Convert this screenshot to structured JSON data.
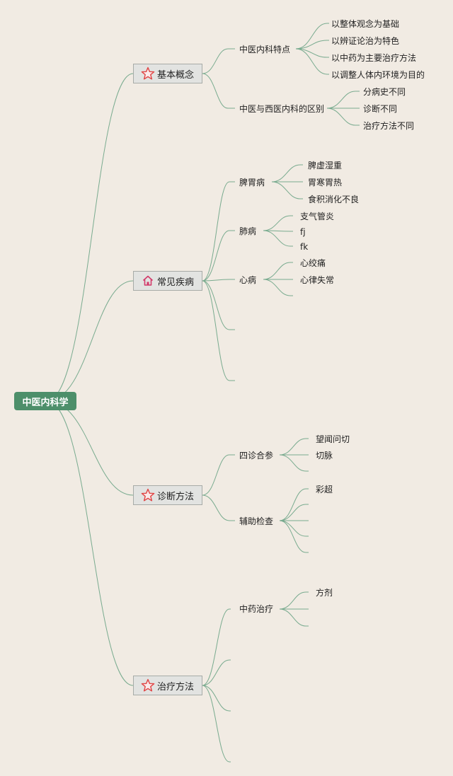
{
  "root": {
    "label": "中医内科学"
  },
  "branches": [
    {
      "label": "基本概念",
      "icon": "star-icon",
      "children": [
        {
          "label": "中医内科特点",
          "children": [
            "以整体观念为基础",
            "以辨证论治为特色",
            "以中药为主要治疗方法",
            "以调整人体内环境为目的"
          ]
        },
        {
          "label": "中医与西医内科的区别",
          "children": [
            "分病史不同",
            "诊断不同",
            "治疗方法不同"
          ]
        }
      ]
    },
    {
      "label": "常见疾病",
      "icon": "home-icon",
      "children": [
        {
          "label": "脾胃病",
          "children": [
            "脾虚湿重",
            "胃寒胃热",
            "食积消化不良"
          ]
        },
        {
          "label": "肺病",
          "children": [
            "支气管炎",
            "fj",
            "fk"
          ]
        },
        {
          "label": "心病",
          "children": [
            "心绞痛",
            "心律失常"
          ]
        }
      ]
    },
    {
      "label": "诊断方法",
      "icon": "star-icon",
      "children": [
        {
          "label": "四诊合参",
          "children": [
            "望闻问切",
            "切脉"
          ]
        },
        {
          "label": "辅助检查",
          "children": [
            "彩超"
          ]
        }
      ]
    },
    {
      "label": "治疗方法",
      "icon": "star-icon",
      "children": [
        {
          "label": "中药治疗",
          "children": [
            "方剂"
          ]
        }
      ]
    }
  ],
  "colors": {
    "background": "#f1ebe3",
    "root_fill": "#4d8f6a",
    "branch_fill": "#e2e3e1",
    "connector": "#79ab8f",
    "star_icon": "#e04545",
    "home_icon": "#d23a6a"
  }
}
